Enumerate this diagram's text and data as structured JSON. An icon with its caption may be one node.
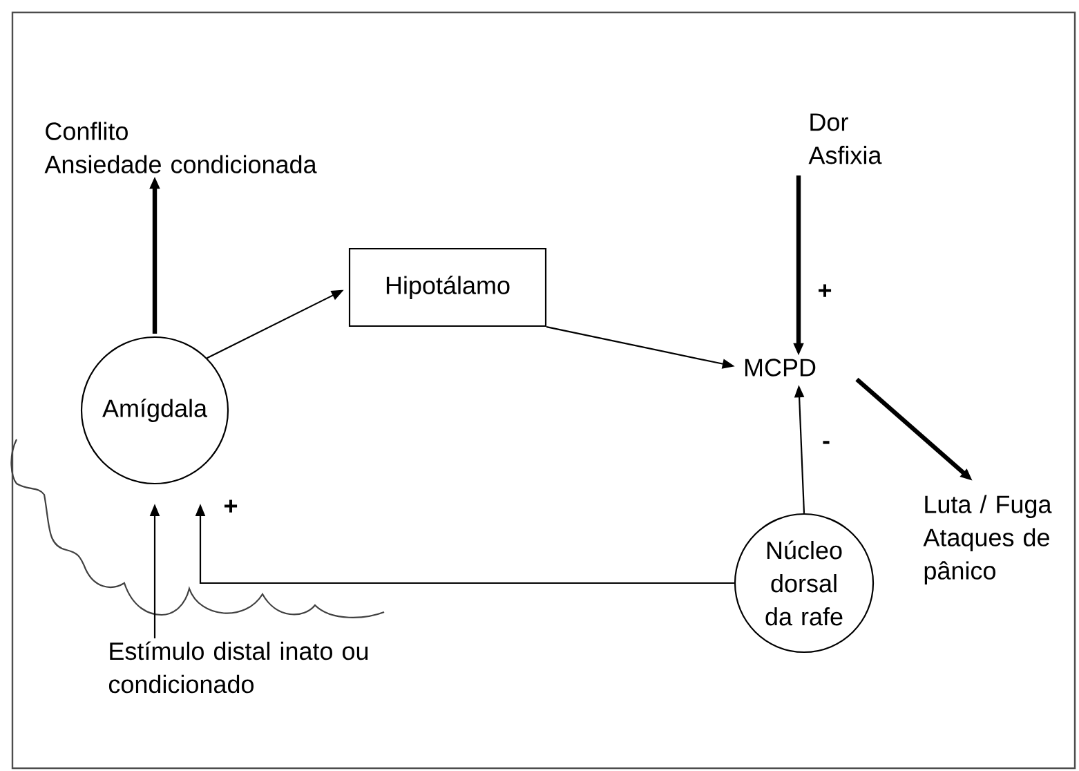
{
  "diagram": {
    "nodes": [
      {
        "text": [
          "Conflito",
          "Ansiedade condicionada"
        ]
      },
      {
        "text": [
          "Amígdala"
        ]
      },
      {
        "text": [
          "Hipotálamo"
        ]
      },
      {
        "text": [
          "Dor",
          "Asfixia"
        ]
      },
      {
        "text": [
          "MCPD"
        ]
      },
      {
        "text": [
          "Luta / Fuga",
          "Ataques de pânico"
        ]
      },
      {
        "text": [
          "Núcleo dorsal da rafe"
        ]
      },
      {
        "text": [
          "Estímulo distal inato ou condicionado"
        ]
      }
    ],
    "edges": [
      {
        "from": 1,
        "to": 0,
        "arrow": "to",
        "style": "thick"
      },
      {
        "from": 1,
        "to": 2,
        "arrow": "to"
      },
      {
        "from": 2,
        "to": 4,
        "arrow": "to"
      },
      {
        "from": 3,
        "to": 4,
        "arrow": "to",
        "style": "thick",
        "label": "+"
      },
      {
        "from": 4,
        "to": 5,
        "arrow": "to",
        "style": "thick"
      },
      {
        "from": 6,
        "to": 4,
        "arrow": "to",
        "label": "-"
      },
      {
        "from": 7,
        "to": 1,
        "arrow": "to"
      },
      {
        "from": 6,
        "to": 1,
        "arrow": "to",
        "label": "+"
      }
    ]
  }
}
